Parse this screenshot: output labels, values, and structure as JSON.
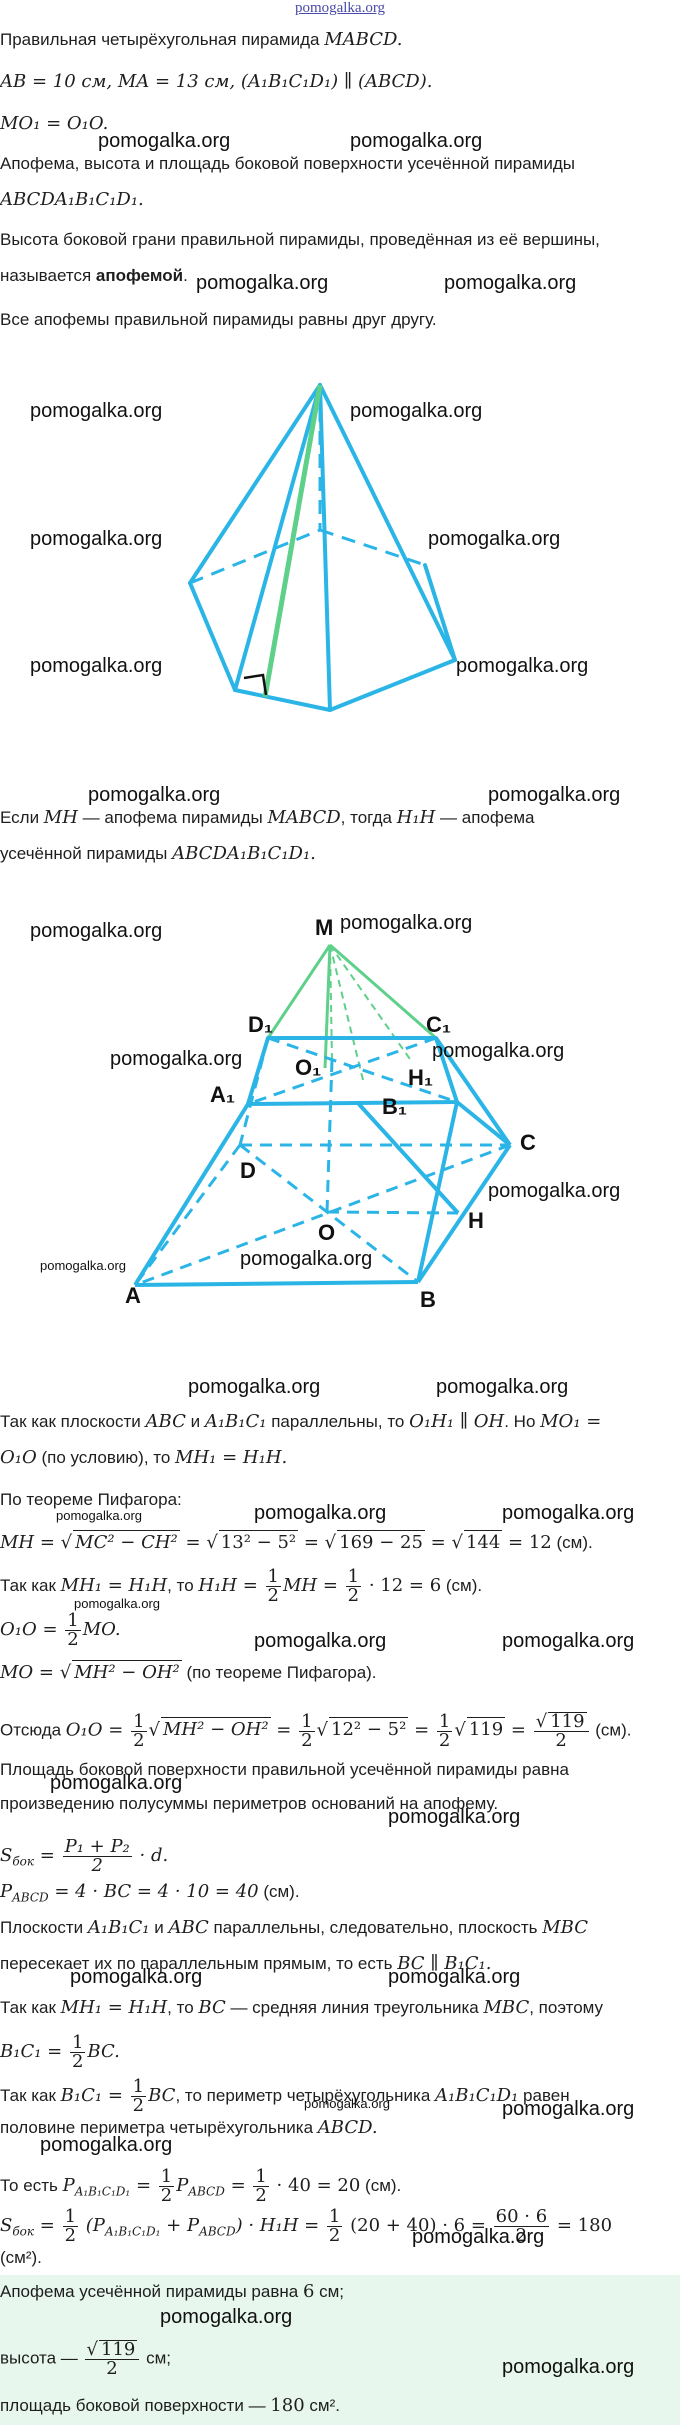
{
  "watermark_top": "pomogalka.org",
  "watermark": "pomogalka.org",
  "text": {
    "l1_prefix": "Правильная четырёхугольная пирамида ",
    "l1_math": "MABCD.",
    "l2": "AB = 10 см, MA = 13 см, (A₁B₁C₁D₁) ∥ (ABCD).",
    "l3": "MO₁ = O₁O.",
    "l4": "Апофема, высота и площадь боковой поверхности усечённой пирамиды",
    "l5": "ABCDA₁B₁C₁D₁.",
    "l6": "Высота боковой грани правильной пирамиды, проведённая из её вершины,",
    "l7_prefix": "называется ",
    "l7_bold": "апофемой",
    "l7_suffix": ".",
    "l8": "Все апофемы правильной пирамиды равны друг другу.",
    "l9_a": "Если ",
    "l9_b": "MH",
    "l9_c": " — апофема пирамиды ",
    "l9_d": "MABCD",
    "l9_e": ", тогда ",
    "l9_f": "H₁H",
    "l9_g": " — апофема",
    "l10_a": "усечённой пирамиды ",
    "l10_b": "ABCDA₁B₁C₁D₁.",
    "l11_a": "Так как плоскости ",
    "l11_b": "ABC",
    "l11_c": " и ",
    "l11_d": "A₁B₁C₁",
    "l11_e": " параллельны, то ",
    "l11_f": "O₁H₁ ∥ OH",
    "l11_g": ". Но ",
    "l11_h": "MO₁ =",
    "l12_a": "O₁O",
    "l12_b": " (по условию), то ",
    "l12_c": "MH₁ = H₁H.",
    "l13": "По теореме Пифагора:",
    "l14_a": "MH = ",
    "l14_rad1": "MC² − CH²",
    "l14_b": " = ",
    "l14_rad2": "13² − 5²",
    "l14_rad3": "169 − 25",
    "l14_rad4": "144",
    "l14_c": " = 12",
    "l14_unit": " (см).",
    "l15_a": "Так как ",
    "l15_b": "MH₁ = H₁H",
    "l15_c": ", то ",
    "l15_d": "H₁H = ",
    "l15_e": "MH = ",
    "l15_f": " · 12 = 6",
    "l15_unit": " (см).",
    "one": "1",
    "two": "2",
    "l16_a": "O₁O = ",
    "l16_b": "MO.",
    "l17_a": "MO = ",
    "l17_rad": "MH² − OH²",
    "l17_b": " (по теореме Пифагора).",
    "l18_a": "Отсюда ",
    "l18_b": "O₁O = ",
    "l18_rad1": "MH² − OH²",
    "l18_rad2": "12² − 5²",
    "l18_rad3": "119",
    "l18_unit": " (см).",
    "l19": "Площадь боковой поверхности правильной усечённой пирамиды равна",
    "l20": "произведению полусуммы периметров оснований на апофему.",
    "l21_a": "S",
    "l21_sub": "бок",
    "l21_b": " = ",
    "l21_num": "P₁ + P₂",
    "l21_c": " · d.",
    "l22_a": "P",
    "l22_sub": "ABCD",
    "l22_b": " = 4 · BC = 4 · 10 = 40",
    "l22_unit": " (см).",
    "l23_a": "Плоскости ",
    "l23_b": "A₁B₁C₁",
    "l23_c": " и ",
    "l23_d": "ABC",
    "l23_e": " параллельны, следовательно, плоскость ",
    "l23_f": "MBC",
    "l24_a": "пересекает их по параллельным прямым, то есть ",
    "l24_b": "BC ∥ B₁C₁.",
    "l25_a": "Так как ",
    "l25_b": "MH₁ = H₁H",
    "l25_c": ", то ",
    "l25_d": "BC",
    "l25_e": " — средняя линия треугольника ",
    "l25_f": "MBC",
    "l25_g": ", поэтому",
    "l26_a": "B₁C₁ = ",
    "l26_b": "BC.",
    "l27_a": "Так как ",
    "l27_b": "B₁C₁ = ",
    "l27_c": "BC",
    "l27_d": ", то периметр четырёхугольника ",
    "l27_e": "A₁B₁C₁D₁",
    "l27_f": " равен",
    "l28_a": "половине периметра четырёхугольника ",
    "l28_b": "ABCD.",
    "l29_a": "То есть ",
    "l29_b": "P",
    "l29_sub1": "A₁B₁C₁D₁",
    "l29_c": " = ",
    "l29_d": "P",
    "l29_sub2": "ABCD",
    "l29_e": " = ",
    "l29_f": " · 40 = 20",
    "l29_unit": " (см).",
    "l30_a": "S",
    "l30_sub": "бок",
    "l30_b": " = ",
    "l30_c": " (P",
    "l30_sub2": "A₁B₁C₁D₁",
    "l30_d": " + P",
    "l30_sub3": "ABCD",
    "l30_e": ") · H₁H = ",
    "l30_f": " (20 + 40) · 6 = ",
    "l30_num": "60 · 6",
    "l30_g": " = 180",
    "l31": "(см²).",
    "ans1_a": "Апофема усечённой пирамиды равна ",
    "ans1_b": "6",
    "ans1_c": " см;",
    "ans2_a": "высота — ",
    "ans2_rad": "119",
    "ans2_b": " см;",
    "ans3_a": "площадь боковой поверхности — ",
    "ans3_b": "180",
    "ans3_c": " см²."
  },
  "figure2_labels": {
    "M": "M",
    "D1": "D₁",
    "C1": "C₁",
    "O1": "O₁",
    "H1": "H₁",
    "A1": "A₁",
    "B1": "B₁",
    "C": "C",
    "D": "D",
    "O": "O",
    "H": "H",
    "A": "A",
    "B": "B"
  },
  "colors": {
    "edge": "#2bb5e6",
    "apothem": "#5fd08a",
    "answer_bg": "#e7f7ee"
  }
}
